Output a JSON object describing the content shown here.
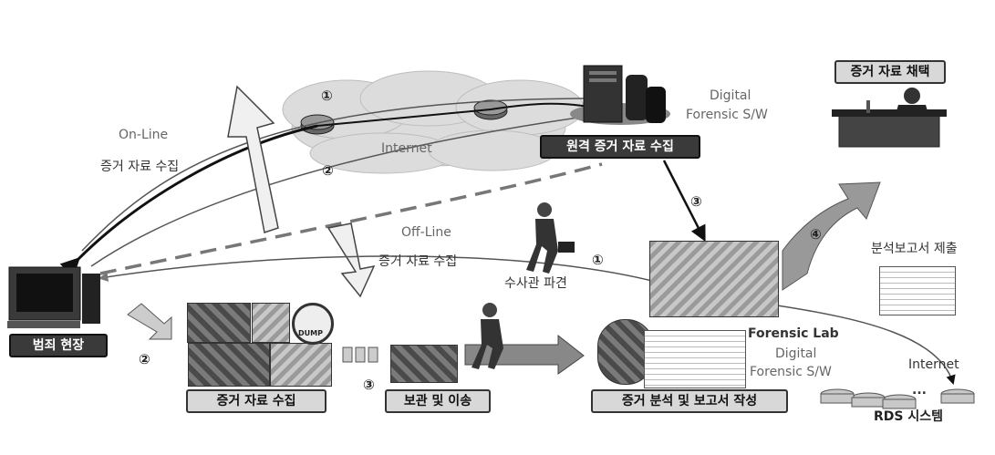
{
  "labels": {
    "online_1": "On-Line",
    "online_2": "증거 자료 수집",
    "internet": "Internet",
    "digital_sw_top_1": "Digital",
    "digital_sw_top_2": "Forensic S/W",
    "offline_1": "Off-Line",
    "offline_2": "증거 자료 수집",
    "investigator": "수사관 파견",
    "report_submit": "분석보고서 제출",
    "forensic_lab": "Forensic Lab",
    "digital_sw_lab_1": "Digital",
    "digital_sw_lab_2": "Forensic S/W",
    "internet_rds": "Internet",
    "dots": "..."
  },
  "steps": {
    "s1_online": "①",
    "s2_online": "②",
    "s3_remote": "③",
    "s1_offline": "①",
    "s2_scene": "②",
    "s3_storage": "③",
    "s4_adopt": "④"
  },
  "boxes": {
    "adopt": "증거 자료 채택",
    "remote": "원격 증거 자료 수집",
    "scene": "범죄 현장",
    "collect": "증거 자료 수집",
    "storage": "보관 및 이송",
    "analysis": "증거 분석 및 보고서 작성",
    "rds": "RDS 시스템"
  },
  "image_text": {
    "dump": "DUMP"
  }
}
